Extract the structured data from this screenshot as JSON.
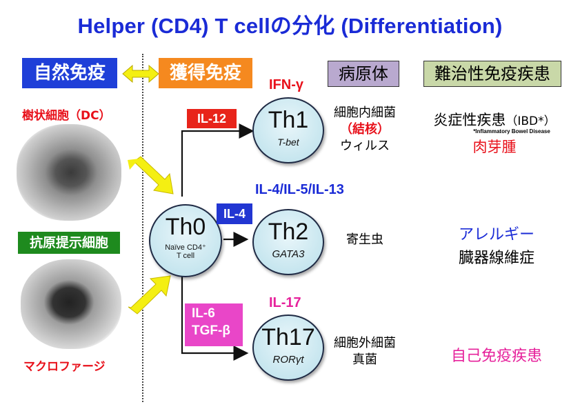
{
  "title": "Helper (CD4) T cellの分化 (Differentiation)",
  "headers": {
    "innate": "自然免疫",
    "adaptive": "獲得免疫",
    "pathogen": "病原体",
    "disease": "難治性免疫疾患"
  },
  "apcs": {
    "dc_label": "樹状細胞（DC）",
    "apc_label": "抗原提示細胞",
    "macrophage_label": "マクロファージ"
  },
  "th0": {
    "name": "Th0",
    "sub1": "Naïve CD4⁺",
    "sub2": "T cell"
  },
  "th1": {
    "name": "Th1",
    "factor": "T-bet",
    "inducer": "IL-12",
    "cytokine": "IFN-γ",
    "pathogen_line1": "細胞内細菌",
    "pathogen_line2": "（結核）",
    "pathogen_line3": "ウィルス",
    "disease_main": "炎症性疾患",
    "disease_abbr": "（IBD*）",
    "disease_note": "*Inflammatory Bowel Disease",
    "disease_extra": "肉芽腫"
  },
  "th2": {
    "name": "Th2",
    "factor": "GATA3",
    "inducer": "IL-4",
    "cytokine": "IL-4/IL-5/IL-13",
    "pathogen_line1": "寄生虫",
    "disease_line1": "アレルギー",
    "disease_line2": "臓器線維症"
  },
  "th17": {
    "name": "Th17",
    "factor": "RORγt",
    "inducer_line1": "IL-6",
    "inducer_line2": "TGF-β",
    "cytokine": "IL-17",
    "pathogen_line1": "細胞外細菌",
    "pathogen_line2": "真菌",
    "disease_line1": "自己免疫疾患"
  },
  "colors": {
    "title_blue": "#1a2bd6",
    "innate_bg": "#1f3fd8",
    "adaptive_bg": "#f5891f",
    "pathogen_bg": "#b9a9cf",
    "disease_bg": "#c9d8a8",
    "red": "#e8101a",
    "il12_bg": "#e8241a",
    "il4_bg": "#2236d2",
    "il6_bg": "#e946c8",
    "apc_bg": "#1e8a1e",
    "arrow_yellow": "#f4ef12"
  }
}
